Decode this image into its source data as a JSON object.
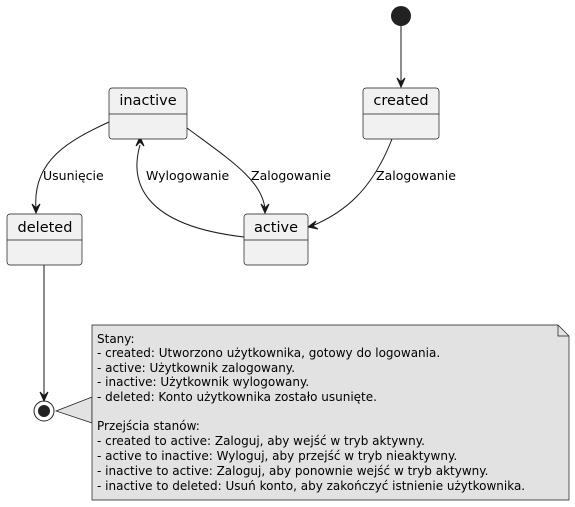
{
  "states": {
    "inactive": "inactive",
    "created": "created",
    "deleted": "deleted",
    "active": "active"
  },
  "transitions": {
    "inactive_to_deleted": "Usunięcie",
    "active_to_inactive": "Wylogowanie",
    "inactive_to_active": "Zalogowanie",
    "created_to_active": "Zalogowanie"
  },
  "note": {
    "lines": [
      "Stany:",
      "- created: Utworzono użytkownika, gotowy do logowania.",
      "- active: Użytkownik zalogowany.",
      "- inactive: Użytkownik wylogowany.",
      "- deleted: Konto użytkownika zostało usunięte.",
      "",
      "Przejścia stanów:",
      "- created to active: Zaloguj, aby wejść w tryb aktywny.",
      "- active to inactive: Wyloguj, aby przejść w tryb nieaktywny.",
      "- inactive to active: Zaloguj, aby ponownie wejść w tryb aktywny.",
      "- inactive to deleted: Usuń konto, aby zakończyć istnienie użytkownika."
    ]
  }
}
